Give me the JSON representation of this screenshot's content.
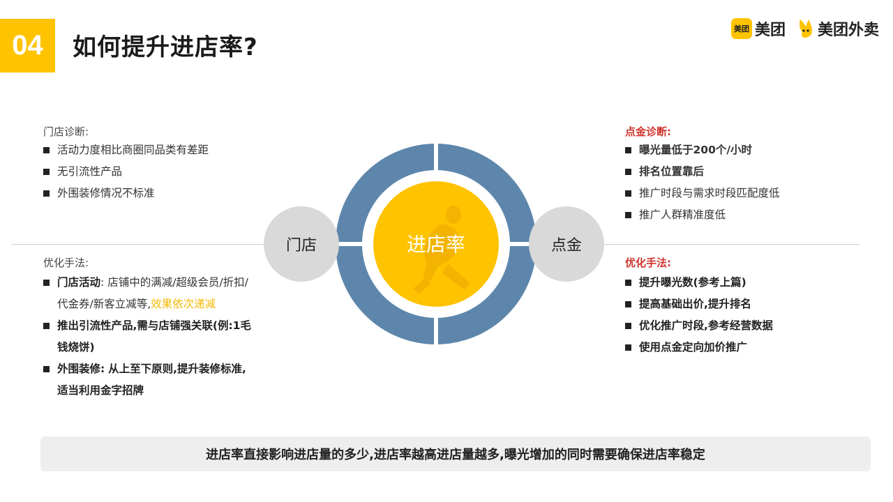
{
  "header": {
    "number": "04",
    "title": "如何提升进店率?"
  },
  "logos": {
    "meituan_mark": "美团",
    "meituan": "美团",
    "waimai": "美团外卖"
  },
  "left": {
    "diag_title": "门店诊断:",
    "diag_items": [
      "活动力度相比商圈同品类有差距",
      "无引流性产品",
      "外围装修情况不标准"
    ],
    "opt_title": "优化手法:",
    "opt_items": [
      {
        "lead": "门店活动",
        "sep": ":",
        "text": "店铺中的满减/超级会员/折扣/代金券/新客立减等,",
        "highlight": "效果依次递减"
      },
      {
        "lead": "推出引流性产品,需与店铺强关联(例:1毛钱烧饼)",
        "sep": "",
        "text": "",
        "highlight": ""
      },
      {
        "lead": "外围装修",
        "sep": ":",
        "text": "从上至下原则,提升装修标准,适当利用金字招牌",
        "highlight": ""
      }
    ]
  },
  "right": {
    "diag_title": "点金诊断:",
    "diag_items": [
      "曝光量低于200个/小时",
      "排名位置靠后",
      "推广时段与需求时段匹配度低",
      "推广人群精准度低"
    ],
    "opt_title": "优化手法:",
    "opt_items": [
      "提升曝光数(参考上篇)",
      "提高基础出价,提升排名",
      "优化推广时段,参考经营数据",
      "使用点金定向加价推广"
    ]
  },
  "diagram": {
    "center": "进店率",
    "left_node": "门店",
    "right_node": "点金"
  },
  "colors": {
    "accent": "#FFC300",
    "ring": "#5E86AC",
    "red": "#d0342c"
  },
  "summary": "进店率直接影响进店量的多少,进店率越高进店量越多,曝光增加的同时需要确保进店率稳定"
}
